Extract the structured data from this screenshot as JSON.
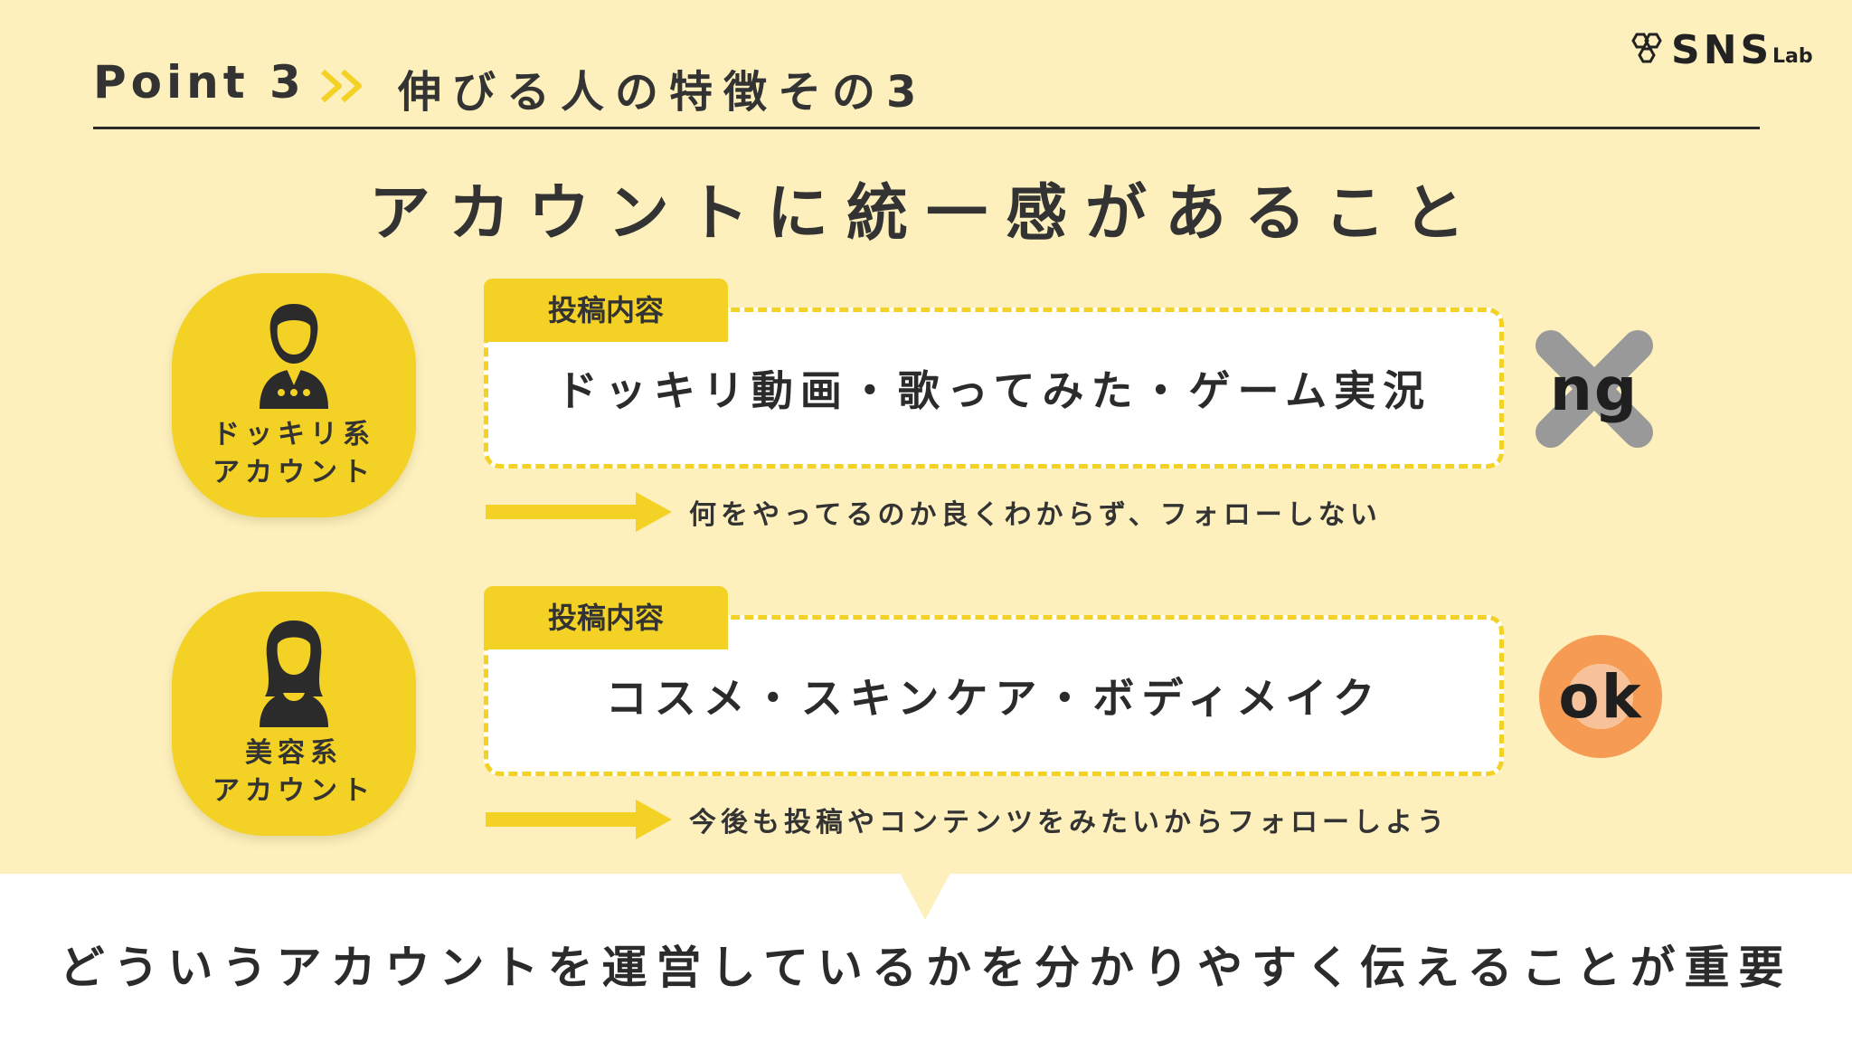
{
  "header": {
    "point_label": "Point 3",
    "chevron_icon": "double-chevron-right-icon",
    "title": "伸びる人の特徴その3",
    "logo": {
      "icon": "honeycomb-icon",
      "text": "SNS",
      "sub": "Lab"
    }
  },
  "main_heading": "アカウントに統一感があること",
  "rows": [
    {
      "account_label_line1": "ドッキリ系",
      "account_label_line2": "アカウント",
      "avatar_icon": "man-user-icon",
      "tag": "投稿内容",
      "content": "ドッキリ動画・歌ってみた・ゲーム実況",
      "result": "何をやってるのか良くわからず、フォローしない",
      "mark": "ng",
      "mark_icon": "cross-mark-icon"
    },
    {
      "account_label_line1": "美容系",
      "account_label_line2": "アカウント",
      "avatar_icon": "woman-user-icon",
      "tag": "投稿内容",
      "content": "コスメ・スキンケア・ボディメイク",
      "result": "今後も投稿やコンテンツをみたいからフォローしよう",
      "mark": "ok",
      "mark_icon": "circle-mark-icon"
    }
  ],
  "conclusion": "どういうアカウントを運営しているかを分かりやすく伝えることが重要",
  "colors": {
    "background": "#fdf0bd",
    "accent_yellow": "#f3d125",
    "ng_gray": "#999999",
    "ok_orange": "#f59b53",
    "text": "#2b2b2b"
  }
}
